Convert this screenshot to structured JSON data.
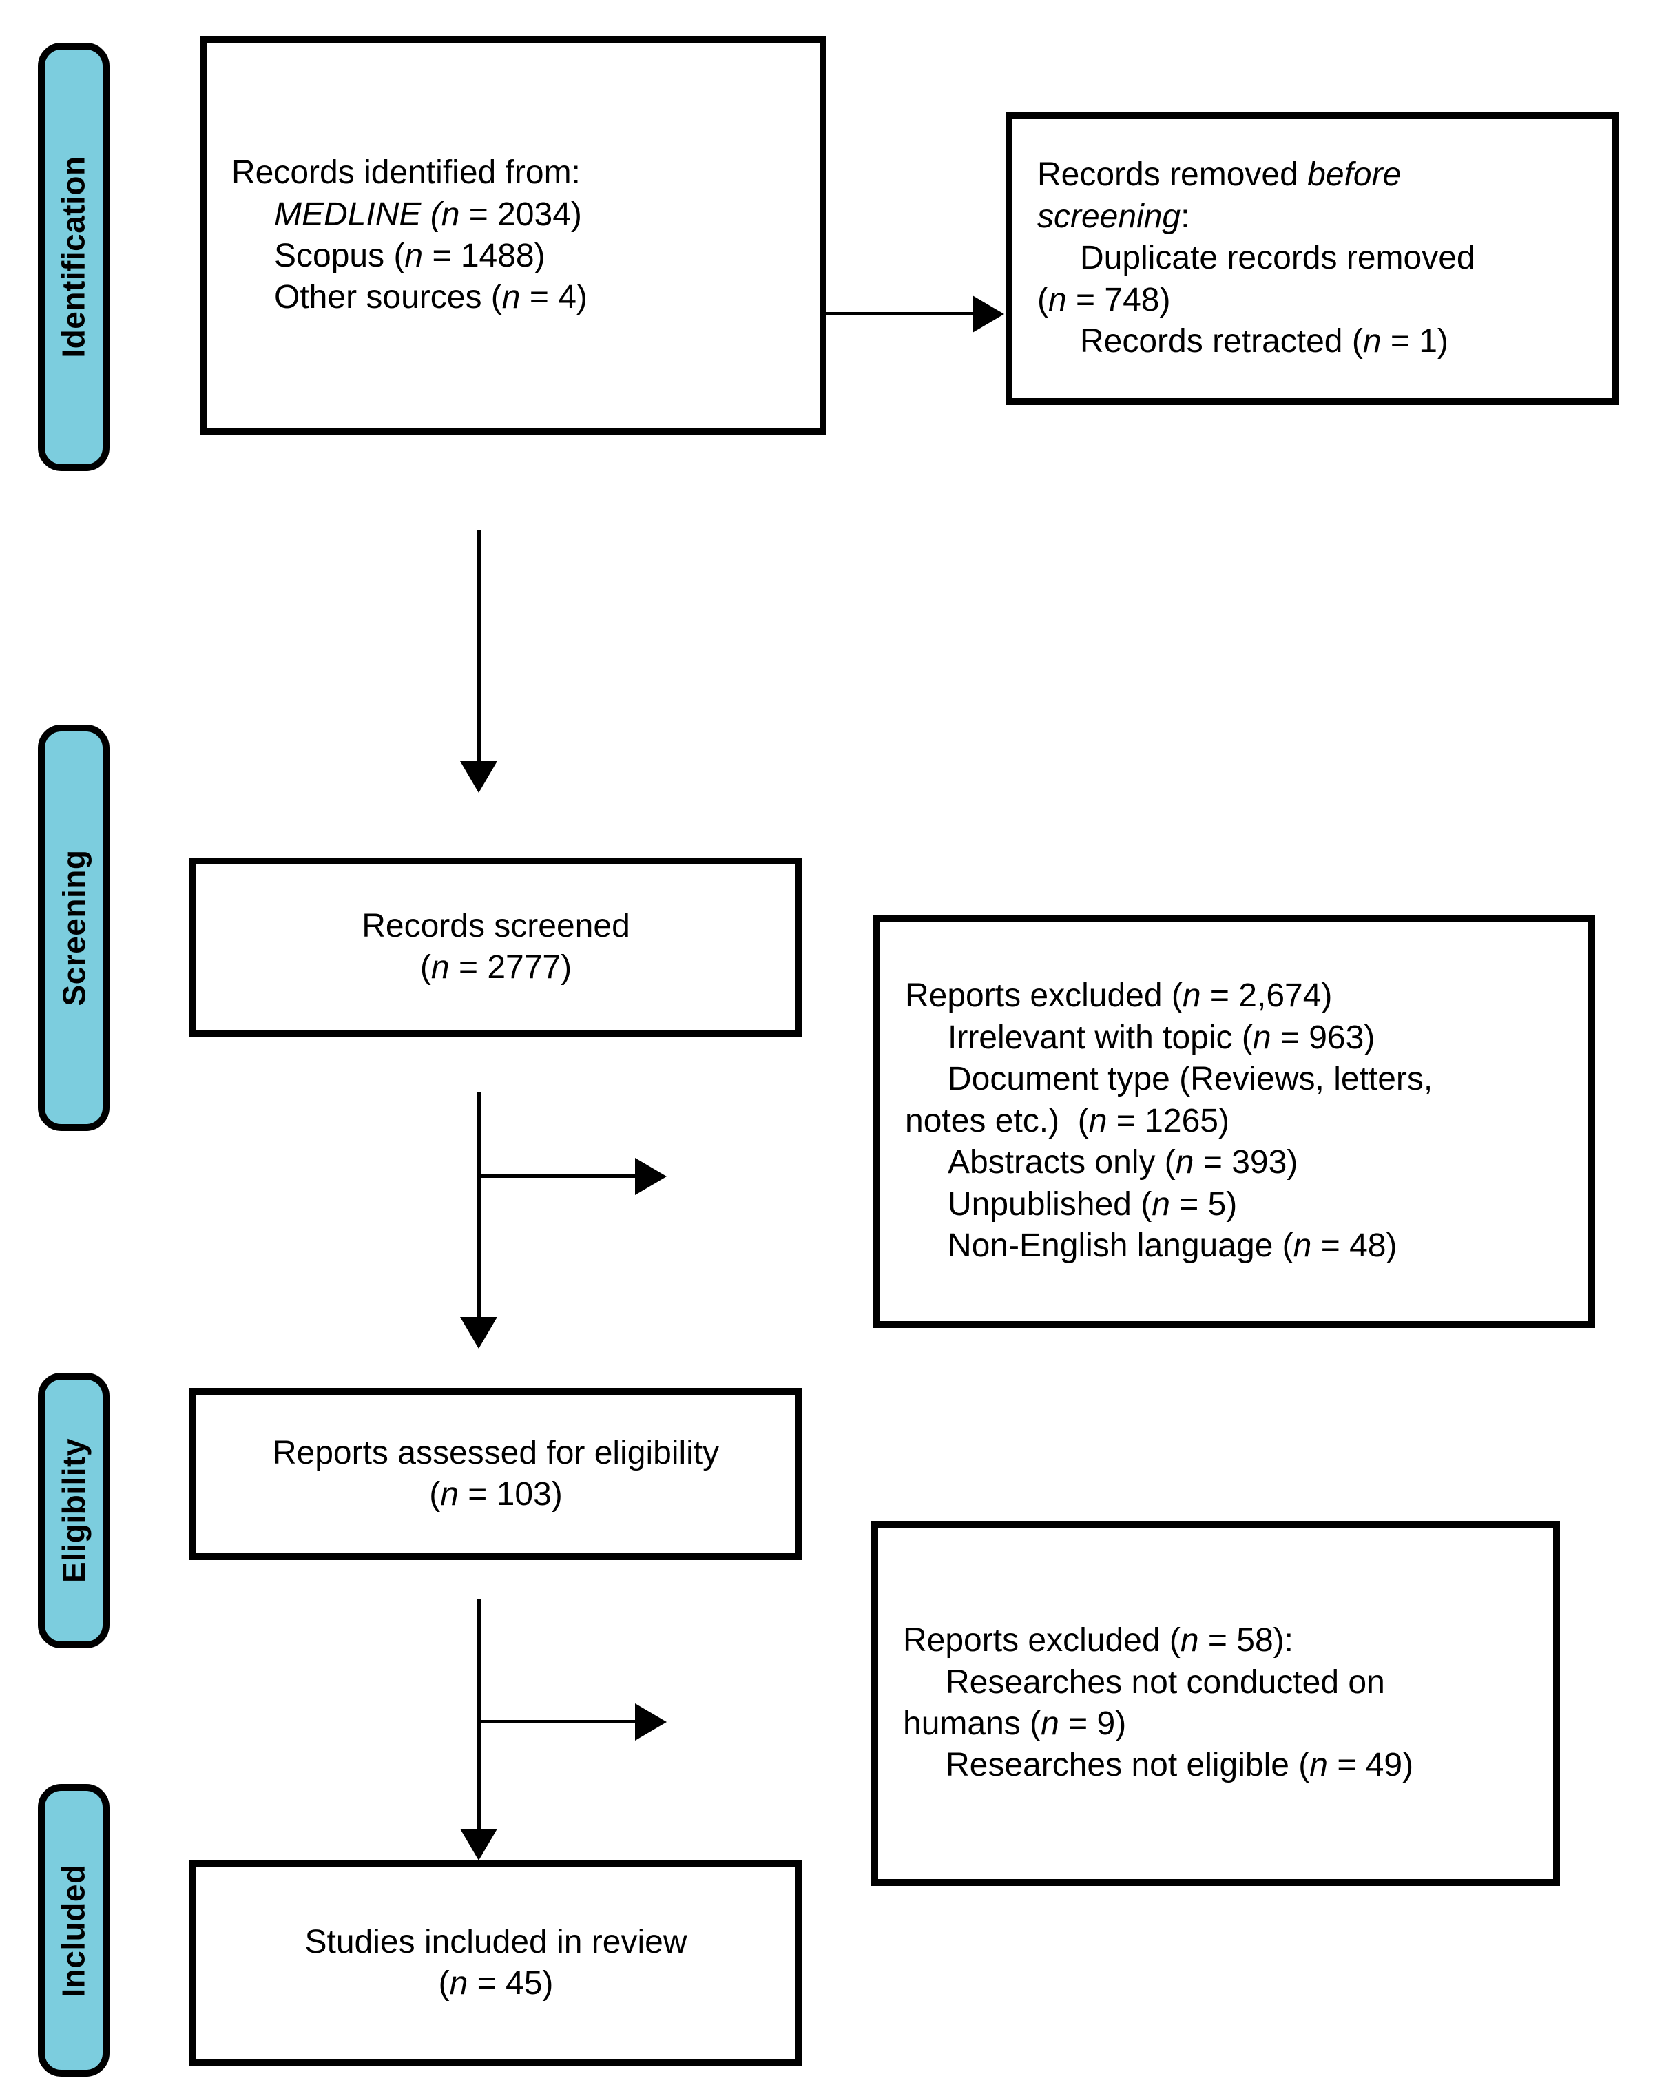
{
  "diagram": {
    "title": "PRISMA 2020 flow diagram",
    "accent_color": "#7CCDDE",
    "line_color": "#000000",
    "background_color": "#FFFFFF"
  },
  "stages": [
    {
      "key": "identification",
      "label": "Identification"
    },
    {
      "key": "screening",
      "label": "Screening"
    },
    {
      "key": "eligibility",
      "label": "Eligibility"
    },
    {
      "key": "included",
      "label": "Included"
    }
  ],
  "boxes": {
    "records_identified": {
      "name": "records-identified",
      "lines": [
        {
          "text": "Records identified from:",
          "indent": false,
          "italic_parts": []
        },
        {
          "text": "MEDLINE (n = 2034)",
          "indent": true
        },
        {
          "text": "Scopus (n = 1488)",
          "indent": true
        },
        {
          "text": "Other sources (n = 4)",
          "indent": true
        }
      ],
      "values": {
        "MEDLINE": 2034,
        "Scopus": 1488,
        "Other sources": 4
      }
    },
    "records_removed": {
      "name": "records-removed-before-screening",
      "lines": [
        {
          "text": "Records removed before",
          "indent": false
        },
        {
          "text": "screening:",
          "indent": false
        },
        {
          "text": "Duplicate records removed",
          "indent": true
        },
        {
          "text": "(n = 748)",
          "indent": false
        },
        {
          "text": "Records retracted (n = 1)",
          "indent": true
        }
      ],
      "values": {
        "Duplicate records removed": 748,
        "Records retracted": 1
      }
    },
    "records_screened": {
      "name": "records-screened",
      "lines": [
        {
          "text": "Records screened",
          "indent": false
        },
        {
          "text": "(n = 2777)",
          "indent": false
        }
      ],
      "values": {
        "Records screened": 2777
      }
    },
    "reports_excluded_screening": {
      "name": "reports-excluded-screening",
      "lines": [
        {
          "text": "Reports excluded (n = 2,674)",
          "indent": false
        },
        {
          "text": "Irrelevant with topic (n = 963)",
          "indent": true
        },
        {
          "text": "Document type (Reviews, letters,",
          "indent": true
        },
        {
          "text": "notes etc.)  (n = 1265)",
          "indent": false
        },
        {
          "text": "Abstracts only (n = 393)",
          "indent": true
        },
        {
          "text": "Unpublished (n = 5)",
          "indent": true
        },
        {
          "text": "Non-English language (n = 48)",
          "indent": true
        }
      ],
      "values": {
        "Reports excluded": 2674,
        "Irrelevant with topic": 963,
        "Document type (Reviews, letters, notes etc.)": 1265,
        "Abstracts only": 393,
        "Unpublished": 5,
        "Non-English language": 48
      }
    },
    "reports_assessed": {
      "name": "reports-assessed-for-eligibility",
      "lines": [
        {
          "text": "Reports assessed for eligibility",
          "indent": false
        },
        {
          "text": "(n = 103)",
          "indent": false
        }
      ],
      "values": {
        "Reports assessed for eligibility": 103
      }
    },
    "reports_excluded_eligibility": {
      "name": "reports-excluded-eligibility",
      "lines": [
        {
          "text": "Reports excluded (n = 58):",
          "indent": false
        },
        {
          "text": "Researches not conducted on",
          "indent": true
        },
        {
          "text": "humans (n = 9)",
          "indent": false
        },
        {
          "text": "Researches not eligible (n = 49)",
          "indent": true
        }
      ],
      "values": {
        "Reports excluded": 58,
        "Researches not conducted on humans": 9,
        "Researches not eligible": 49
      }
    },
    "studies_included": {
      "name": "studies-included-in-review",
      "lines": [
        {
          "text": "Studies included in review",
          "indent": false
        },
        {
          "text": "(n = 45)",
          "indent": false
        }
      ],
      "values": {
        "Studies included in review": 45
      }
    }
  },
  "connectors": [
    {
      "name": "identified-to-removed",
      "type": "horizontal-arrow"
    },
    {
      "name": "identified-to-screened",
      "type": "vertical-arrow"
    },
    {
      "name": "screened-to-excluded",
      "type": "horizontal-arrow"
    },
    {
      "name": "screened-to-assessed",
      "type": "vertical-arrow"
    },
    {
      "name": "assessed-to-excluded",
      "type": "horizontal-arrow"
    },
    {
      "name": "assessed-to-included",
      "type": "vertical-arrow"
    }
  ]
}
